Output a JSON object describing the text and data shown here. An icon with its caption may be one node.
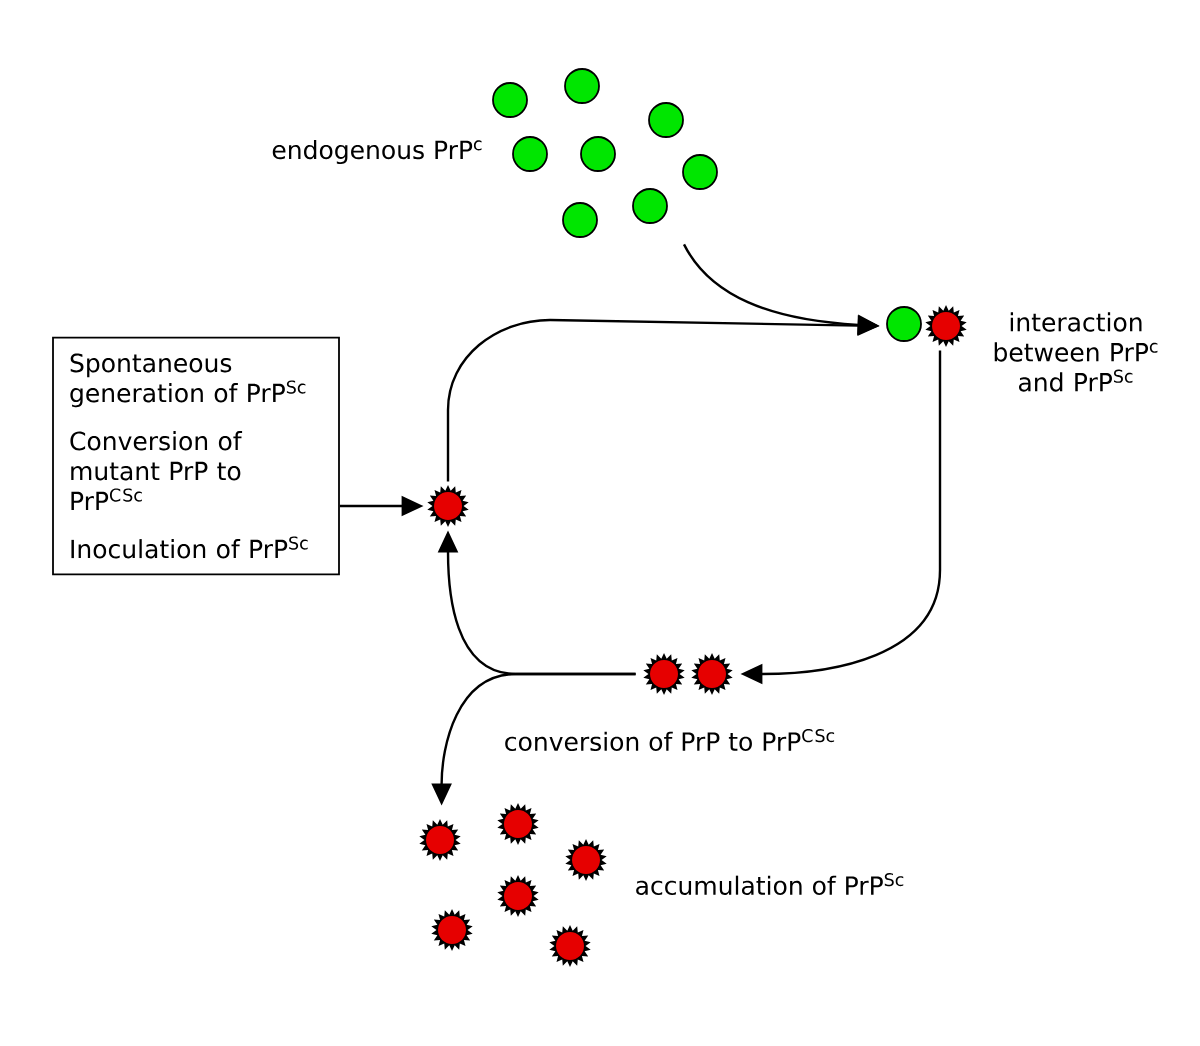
{
  "diagram": {
    "nodes": [
      {
        "text": [
          "Spontaneous generation of PrP$^{Sc}$",
          "Conversion of mutant PrP to PrP$^{C}$$^{Sc}$",
          "Inoculation of PrP$^{Sc}$"
        ]
      },
      {
        "text": [],
        "shape": "star"
      },
      {
        "text": [],
        "shape": "circle",
        "beside": [
          "endogenous PrP$^{c}$"
        ]
      },
      {
        "text": [],
        "shape": "circle",
        "beside": [
          "interaction between PrP$^{c}$ and PrP$^{Sc}$"
        ]
      },
      {
        "text": [],
        "shape": "star",
        "beside": [
          "conversion of PrP to PrP$^{C}$$^{Sc}$"
        ]
      },
      {
        "text": [],
        "shape": "star",
        "beside": [
          "accumulation of PrP$^{Sc}$"
        ]
      }
    ],
    "edges": [
      {
        "from": 0,
        "to": 1,
        "arrow": "to"
      },
      {
        "from": 1,
        "to": 3,
        "arrow": "to"
      },
      {
        "from": 2,
        "to": 3,
        "arrow": "to"
      },
      {
        "from": 3,
        "to": 4,
        "arrow": "to"
      },
      {
        "from": 4,
        "to": 1,
        "arrow": "to"
      },
      {
        "from": 4,
        "to": 5,
        "arrow": "to"
      }
    ]
  }
}
